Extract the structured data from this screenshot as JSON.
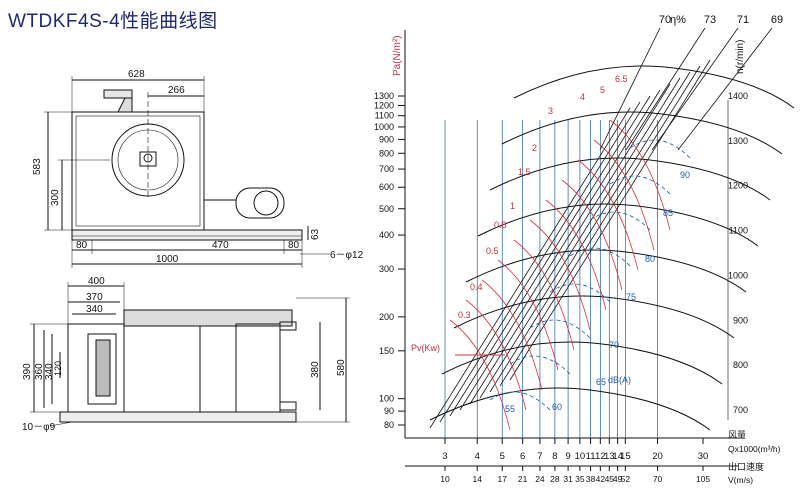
{
  "title": "WTDKF4S-4性能曲线图",
  "drawing": {
    "front": {
      "width_total": "628",
      "offset_top": "266",
      "height_total": "583",
      "height_inner": "300",
      "flange": "63",
      "left_80": "80",
      "mid_470": "470",
      "right_80": "80",
      "base_1000": "1000",
      "holes": "6－φ12"
    },
    "side": {
      "w400": "400",
      "w370": "370",
      "w340": "340",
      "h390": "390",
      "h360": "360",
      "h340": "340",
      "h120": "120",
      "h380": "380",
      "h580": "580",
      "holes": "10－φ9"
    }
  },
  "chart_data": {
    "type": "diagram",
    "left_axis_label": "Pa(N/m²)",
    "pressure_ticks": [
      80,
      90,
      100,
      150,
      200,
      300,
      400,
      500,
      600,
      700,
      800,
      900,
      1000,
      1100,
      1200,
      1300
    ],
    "right_axis_label": "n(r/min)",
    "speed_ticks": [
      700,
      800,
      900,
      1000,
      1100,
      1200,
      1300,
      1400
    ],
    "efficiency_label": "η%",
    "efficiency_ticks": [
      "70",
      "73",
      "71",
      "69"
    ],
    "power_label": "Pv(Kw)",
    "power_labels": [
      "6.5",
      "4",
      "5",
      "3",
      "2",
      "1.5",
      "1",
      "0.8",
      "0.5",
      "0.4",
      "0.3"
    ],
    "noise_labels": [
      "90",
      "85",
      "80",
      "75",
      "70",
      "65",
      "dB(A)",
      "55",
      "60"
    ],
    "flow_label_cn": "风量",
    "flow_label": "Qx1000(m³/h)",
    "flow_ticks": [
      "3",
      "4",
      "5",
      "6",
      "7",
      "8",
      "9",
      "10",
      "11",
      "12",
      "13",
      "14",
      "15",
      "20",
      "30"
    ],
    "velocity_label_cn": "出口速度",
    "velocity_label": "V(m/s)",
    "velocity_ticks": [
      "10",
      "14",
      "17",
      "21",
      "24",
      "28",
      "31",
      "35",
      "38",
      "42",
      "45",
      "49",
      "52",
      "70",
      "105"
    ]
  }
}
